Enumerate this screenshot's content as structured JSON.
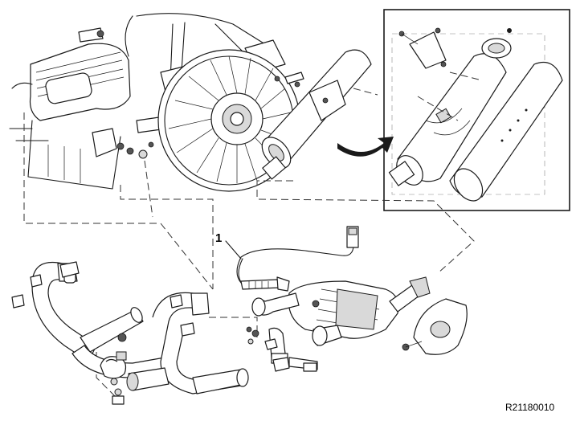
{
  "callouts": [
    {
      "label": "1",
      "part": "oxygen-sensor-cable"
    }
  ],
  "reference_code": "R21180010"
}
